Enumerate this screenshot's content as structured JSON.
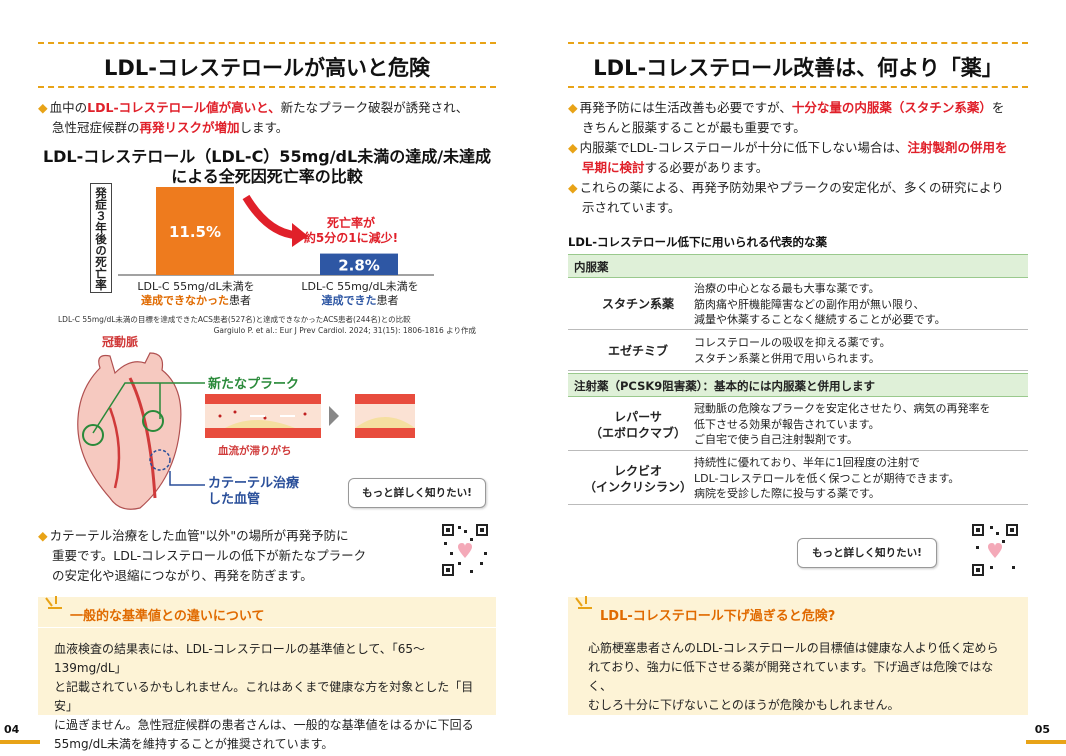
{
  "left": {
    "title": "LDL-コレステロールが高いと危険",
    "intro": {
      "p1": "血中の",
      "p1_red": "LDL-コレステロール値が高いと、",
      "p2": "新たなプラーク破裂が誘発され、",
      "p3": "急性冠症候群の",
      "p3_red": "再発リスクが増加",
      "p4": "します。"
    },
    "chart_title_1": "LDL-コレステロール（LDL-C）55mg/dL未満の達成/未達成",
    "chart_title_2": "による全死因死亡率の比較",
    "ylabel": "発症３年後の死亡率",
    "callout_1": "死亡率が",
    "callout_2": "約5分の1に減少!",
    "cat1_line1": "LDL-C 55mg/dL未満を",
    "cat1_red": "達成できなかった",
    "cat1_tail": "患者",
    "cat2_line1": "LDL-C 55mg/dL未満を",
    "cat2_red": "達成できた",
    "cat2_tail": "患者",
    "source_1": "LDL-C 55mg/dL未満の目標を達成できたACS患者(527名)と達成できなかったACS患者(244名)との比較",
    "source_2": "Gargiulo P. et al.: Eur J Prev Cardiol. 2024; 31(15): 1806-1816 より作成",
    "heart_label": "冠動脈",
    "plaque_label": "新たなプラーク",
    "flow_label": "血流が滞りがち",
    "catheter_1": "カテーテル治療",
    "catheter_2": "した血管",
    "more_button": "もっと詳しく知りたい!",
    "para2_1": "カテーテル治療をした血管\"以外\"の場所が再発予防に",
    "para2_2": "重要です。LDL-コレステロールの低下が新たなプラーク",
    "para2_3": "の安定化や退縮につながり、再発を防ぎます。",
    "note_title": "一般的な基準値との違いについて",
    "note_1": "血液検査の結果表には、LDL-コレステロールの基準値として、「65～139mg/dL」",
    "note_2": "と記載されているかもしれません。これはあくまで健康な方を対象とした「目安」",
    "note_3": "に過ぎません。急性冠症候群の患者さんは、一般的な基準値をはるかに下回る",
    "note_4": "55mg/dL未満を維持することが推奨されています。",
    "page_number": "04"
  },
  "right": {
    "title": "LDL-コレステロール改善は、何より「薬」",
    "b1_a": "再発予防には生活改善も必要ですが、",
    "b1_red": "十分な量の内服薬（スタチン系薬）",
    "b1_b": "を",
    "b1_c": "きちんと服薬することが最も重要です。",
    "b2_a": "内服薬でLDL-コレステロールが十分に低下しない場合は、",
    "b2_red1": "注射製剤の併用を",
    "b2_red2": "早期に検討",
    "b2_b": "する必要があります。",
    "b3_a": "これらの薬による、再発予防効果やプラークの安定化が、多くの研究により",
    "b3_b": "示されています。",
    "table_title": "LDL-コレステロール低下に用いられる代表的な薬",
    "section1": "内服薬",
    "statin_name": "スタチン系薬",
    "statin_1": "治療の中心となる最も大事な薬です。",
    "statin_2": "筋肉痛や肝機能障害などの副作用が無い限り、",
    "statin_3": "減量や休薬することなく継続することが必要です。",
    "ezetimibe_name": "エゼチミブ",
    "ezetimibe_1": "コレステロールの吸収を抑える薬です。",
    "ezetimibe_2": "スタチン系薬と併用で用いられます。",
    "section2": "注射薬（PCSK9阻害薬）：基本的には内服薬と併用します",
    "repatha_1": "レパーサ",
    "repatha_2": "（エボロクマブ）",
    "repatha_d1": "冠動脈の危険なプラークを安定化させたり、病気の再発率を",
    "repatha_d2": "低下させる効果が報告されています。",
    "repatha_d3": "ご自宅で使う自己注射製剤です。",
    "leqvio_1": "レクビオ",
    "leqvio_2": "（インクリシラン）",
    "leqvio_d1": "持続性に優れており、半年に1回程度の注射で",
    "leqvio_d2": "LDL-コレステロールを低く保つことが期待できます。",
    "leqvio_d3": "病院を受診した際に投与する薬です。",
    "more_button": "もっと詳しく知りたい!",
    "note_title": "LDL-コレステロール下げ過ぎると危険?",
    "note_1": "心筋梗塞患者さんのLDL-コレステロールの目標値は健康な人より低く定めら",
    "note_2": "れており、強力に低下させる薬が開発されています。下げ過ぎは危険ではなく、",
    "note_3": "むしろ十分に下げないことのほうが危険かもしれません。",
    "page_number": "05"
  },
  "chart_data": {
    "type": "bar",
    "title": "LDL-コレステロール（LDL-C）55mg/dL未満の達成/未達成による全死因死亡率の比較",
    "ylabel": "発症３年後の死亡率",
    "categories": [
      "LDL-C 55mg/dL未満を達成できなかった患者",
      "LDL-C 55mg/dL未満を達成できた患者"
    ],
    "values": [
      11.5,
      2.8
    ],
    "value_labels": [
      "11.5%",
      "2.8%"
    ],
    "unit": "%",
    "colors": [
      "#ee7b1e",
      "#2e57a4"
    ],
    "ylim": [
      0,
      11.5
    ]
  }
}
